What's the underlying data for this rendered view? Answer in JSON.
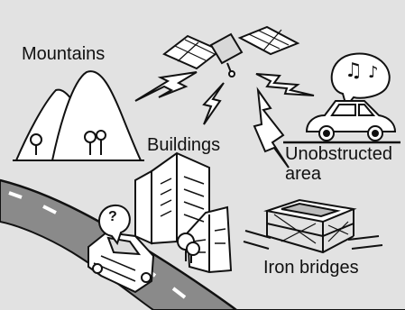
{
  "labels": {
    "mountains": "Mountains",
    "buildings": "Buildings",
    "unobstructed_line1": "Unobstructed",
    "unobstructed_line2": "area",
    "iron_bridges": "Iron bridges"
  },
  "car_bubble": {
    "symbol": "?"
  },
  "music_bubble": {
    "symbols": [
      "♫",
      "♪"
    ]
  },
  "colors": {
    "background": "#e2e2e2",
    "line": "#111111",
    "fill": "#ffffff",
    "road": "#888888"
  }
}
